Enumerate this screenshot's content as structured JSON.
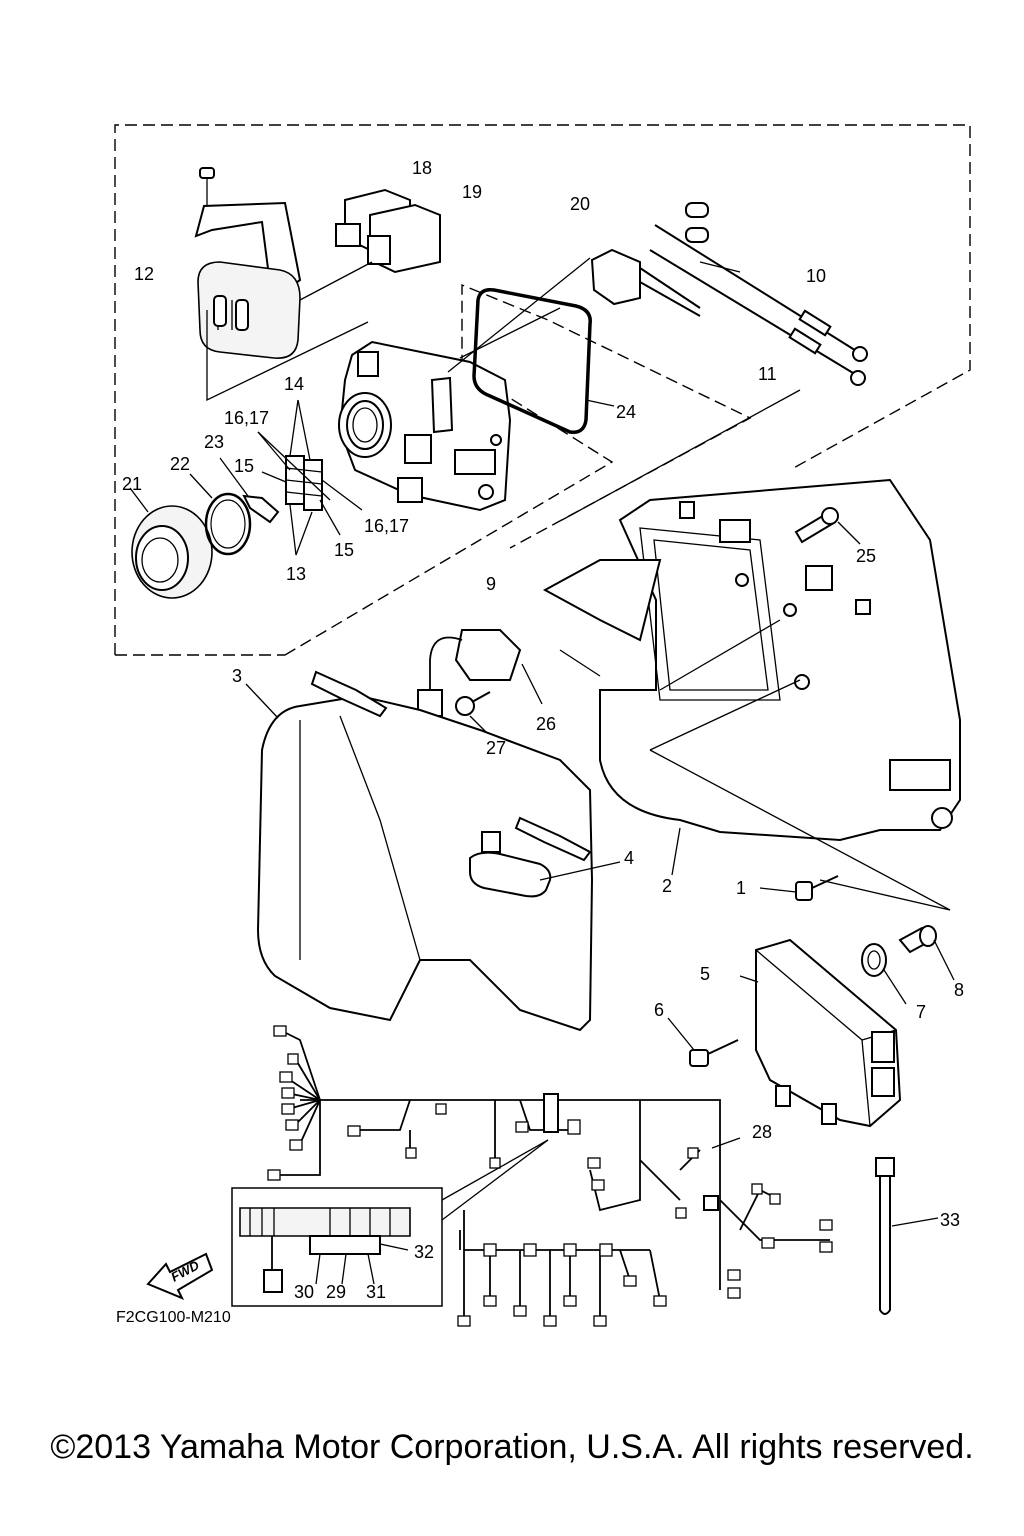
{
  "diagram": {
    "code": "F2CG100-M210",
    "direction_label": "FWD",
    "labels": {
      "l1": "1",
      "l2": "2",
      "l3": "3",
      "l4": "4",
      "l5": "5",
      "l6": "6",
      "l7": "7",
      "l8": "8",
      "l9": "9",
      "l10": "10",
      "l11": "11",
      "l12": "12",
      "l13": "13",
      "l14": "14",
      "l15a": "15",
      "l15b": "15",
      "l16_17a": "16,17",
      "l16_17b": "16,17",
      "l18": "18",
      "l19": "19",
      "l20": "20",
      "l21": "21",
      "l22": "22",
      "l23": "23",
      "l24": "24",
      "l25": "25",
      "l26": "26",
      "l27": "27",
      "l28": "28",
      "l29": "29",
      "l30": "30",
      "l31": "31",
      "l32": "32",
      "l33": "33"
    }
  },
  "footer": {
    "copyright": "©2013 Yamaha Motor Corporation, U.S.A. All rights reserved."
  }
}
